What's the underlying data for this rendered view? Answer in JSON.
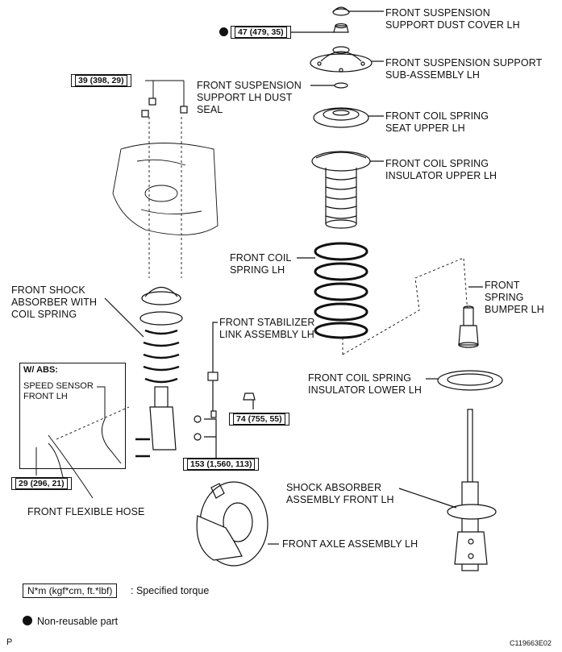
{
  "labels": {
    "dust_cover": "FRONT SUSPENSION\nSUPPORT DUST COVER LH",
    "support_sub": "FRONT SUSPENSION SUPPORT\nSUB-ASSEMBLY LH",
    "dust_seal": "FRONT SUSPENSION\nSUPPORT LH DUST\nSEAL",
    "spring_seat": "FRONT COIL SPRING\nSEAT UPPER LH",
    "insulator_upper": "FRONT COIL SPRING\nINSULATOR UPPER LH",
    "coil_spring": "FRONT COIL\nSPRING LH",
    "spring_bumper": "FRONT\nSPRING\nBUMPER LH",
    "shock_with_spring": "FRONT SHOCK\nABSORBER WITH\nCOIL SPRING",
    "stabilizer_link": "FRONT STABILIZER\nLINK ASSEMBLY LH",
    "insulator_lower": "FRONT COIL SPRING\nINSULATOR LOWER LH",
    "flexible_hose": "FRONT FLEXIBLE HOSE",
    "shock_assembly": "SHOCK ABSORBER\nASSEMBLY FRONT LH",
    "axle_assembly": "FRONT AXLE ASSEMBLY LH"
  },
  "abs": {
    "title": "W/ ABS:",
    "speed_sensor": "SPEED SENSOR\nFRONT LH"
  },
  "torques": {
    "t47": "47 (479, 35)",
    "t39": "39 (398, 29)",
    "t74": "74 (755, 55)",
    "t153": "153 (1,560, 113)",
    "t29": "29 (296, 21)"
  },
  "legend": {
    "unit_box": "N*m (kgf*cm, ft.*lbf)",
    "unit_text": ": Specified torque",
    "nonreusable": "Non-reusable part"
  },
  "corner": {
    "left": "P",
    "right": "C119663E02"
  }
}
